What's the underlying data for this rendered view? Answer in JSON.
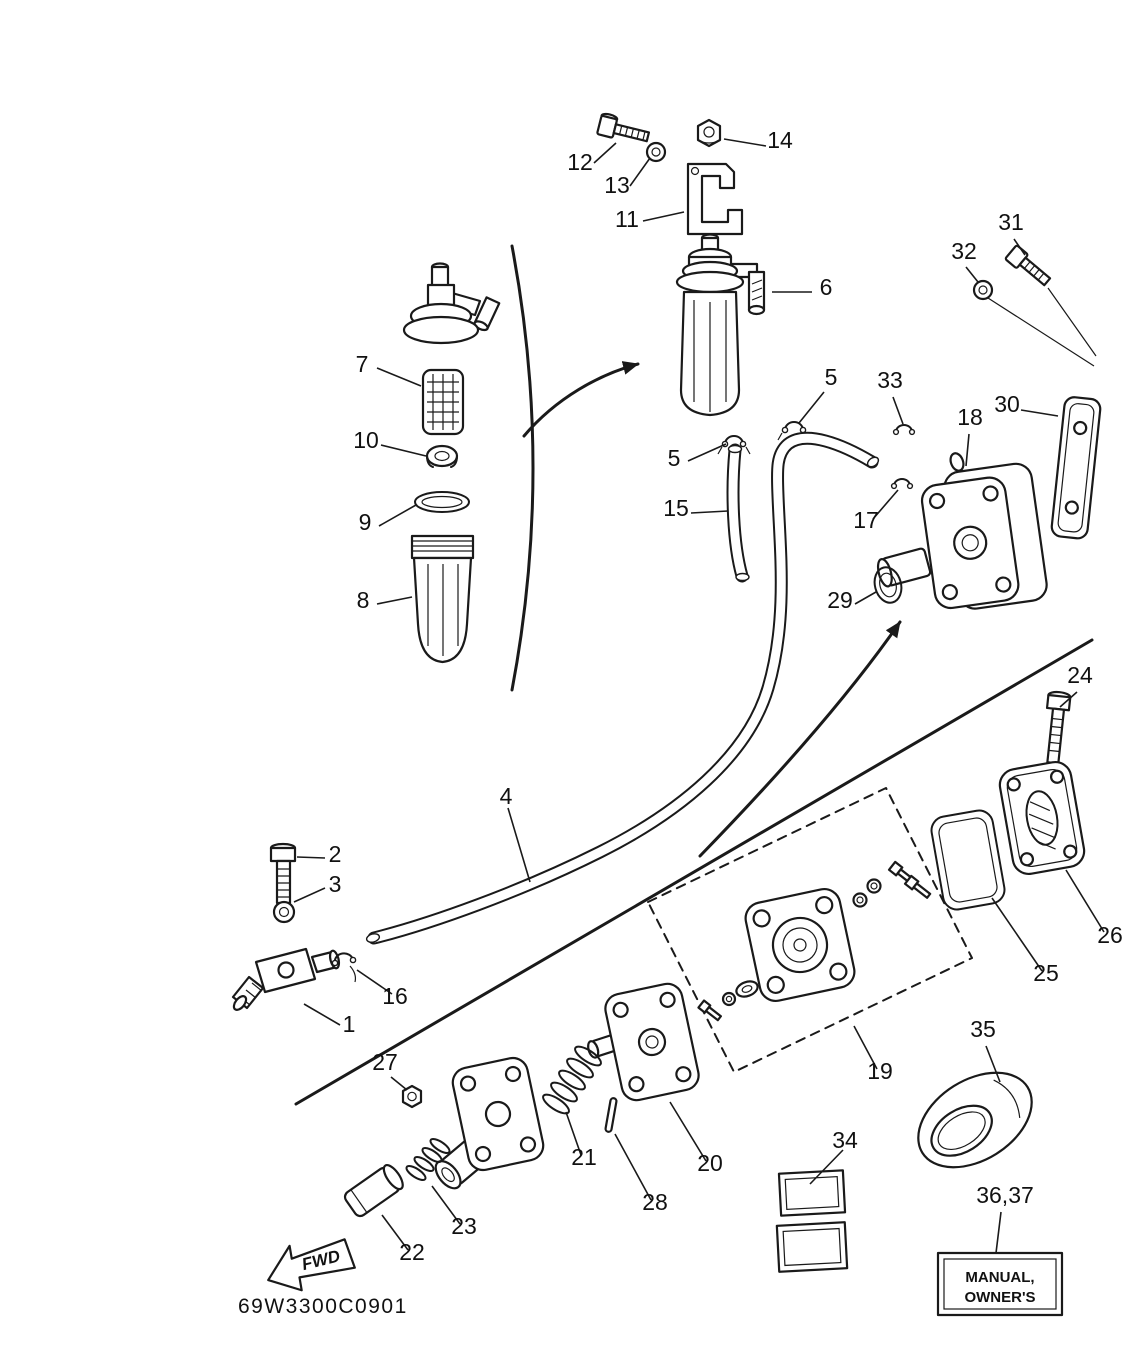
{
  "diagram": {
    "code": "69W3300C0901",
    "fwd_label": "FWD",
    "manual_box": {
      "line1": "MANUAL,",
      "line2": "OWNER'S"
    }
  },
  "labels": {
    "p1": "1",
    "p2": "2",
    "p3": "3",
    "p4": "4",
    "p5a": "5",
    "p5b": "5",
    "p6": "6",
    "p7": "7",
    "p8": "8",
    "p9": "9",
    "p10": "10",
    "p11": "11",
    "p12": "12",
    "p13": "13",
    "p14": "14",
    "p15": "15",
    "p16": "16",
    "p17": "17",
    "p18": "18",
    "p19": "19",
    "p20": "20",
    "p21": "21",
    "p22": "22",
    "p23": "23",
    "p24": "24",
    "p25": "25",
    "p26": "26",
    "p27": "27",
    "p28": "28",
    "p29": "29",
    "p30": "30",
    "p31": "31",
    "p32": "32",
    "p33": "33",
    "p34": "34",
    "p35": "35",
    "p36_37": "36,37"
  }
}
